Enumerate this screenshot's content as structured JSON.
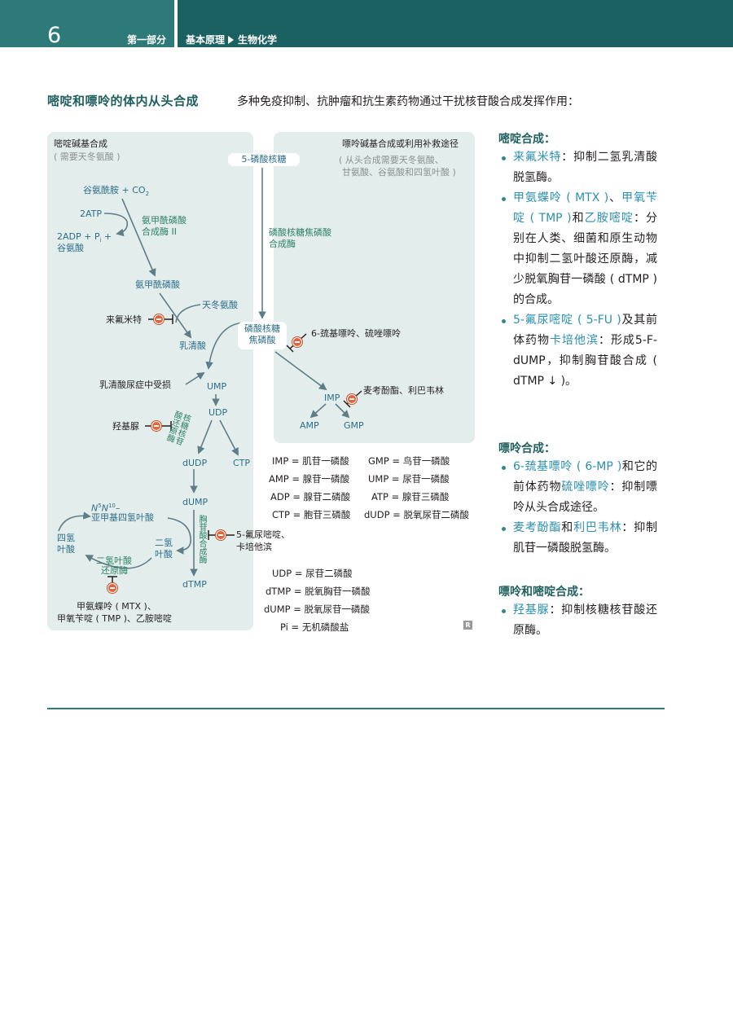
{
  "header": {
    "page_number": "6",
    "part": "第一部分",
    "crumb1": "基本原理",
    "crumb2": "生物化学"
  },
  "section": {
    "title": "嘧啶和嘌呤的体内从头合成",
    "description": "多种免疫抑制、抗肿瘤和抗生素药物通过干扰核苷酸合成发挥作用："
  },
  "pyrimidine_panel": {
    "title": "嘧啶碱基合成",
    "subtitle": "( 需要天冬氨酸 )",
    "gln_co2": "谷氨酰胺 + CO",
    "gln_co2_sub": "2",
    "atp2": "2ATP",
    "adp_pi_1": "2ADP + P",
    "adp_pi_sub": "i",
    "adp_pi_2": " +",
    "glu": "谷氨酸",
    "cps2_1": "氨甲酰磷酸",
    "cps2_2": "合成酶 II",
    "carbamoyl_phosphate": "氨甲酰磷酸",
    "aspartate": "天冬氨酸",
    "leflunomide": "来氟米特",
    "orotate": "乳清酸",
    "orotic_aciduria": "乳清酸尿症中受损",
    "ump": "UMP",
    "udp": "UDP",
    "hydroxyurea": "羟基脲",
    "rnr": "核糖核苷酸还原酶",
    "dudp": "dUDP",
    "ctp": "CTP",
    "dump": "dUMP",
    "ts": "胸苷酸合成酶",
    "n5n10_a": "N",
    "n5n10_sup1": "5",
    "n5n10_b": "N",
    "n5n10_sup2": "10",
    "n5n10_c": "–",
    "mthf": "亚甲基四氢叶酸",
    "thf_1": "四氢",
    "thf_2": "叶酸",
    "dhf_1": "二氢",
    "dhf_2": "叶酸",
    "dhfr_1": "二氢叶酸",
    "dhfr_2": "还原酶",
    "fu_1": "5-氟尿嘧啶、",
    "fu_2": "卡培他滨",
    "dtmp": "dTMP",
    "mtx_1": "甲氨蝶呤 ( MTX )、",
    "mtx_2": "甲氧苄啶 ( TMP )、乙胺嘧啶"
  },
  "purine_panel": {
    "title": "嘌呤碱基合成或利用补救途径",
    "subtitle_1": "( 从头合成需要天冬氨酸、",
    "subtitle_2": "甘氨酸、谷氨酸和四氢叶酸 )",
    "r5p": "5-磷酸核糖",
    "prpp_synthetase_1": "磷酸核糖焦磷酸",
    "prpp_synthetase_2": "合成酶",
    "prpp_1": "磷酸核糖",
    "prpp_2": "焦磷酸",
    "mp6": "6-巯基嘌呤、硫唑嘌呤",
    "imp": "IMP",
    "mpa": "麦考酚酯、利巴韦林",
    "amp": "AMP",
    "gmp": "GMP"
  },
  "legend": {
    "imp": "IMP = 肌苷一磷酸",
    "gmp": "GMP = 鸟苷一磷酸",
    "amp": "AMP = 腺苷一磷酸",
    "ump": "UMP = 尿苷一磷酸",
    "adp": "ADP = 腺苷二磷酸",
    "atp": "ATP = 腺苷三磷酸",
    "ctp": "CTP = 胞苷三磷酸",
    "dudp": "dUDP = 脱氧尿苷二磷酸",
    "udp": "UDP = 尿苷二磷酸",
    "dtmp": "dTMP = 脱氧胸苷一磷酸",
    "dump": "dUMP = 脱氧尿苷一磷酸",
    "pi": "Pi = 无机磷酸盐",
    "mark": "R"
  },
  "sidebar": {
    "pyr_heading": "嘧啶合成：",
    "pyr_1_hl": "来氟米特",
    "pyr_1_text": "：抑制二氢乳清酸脱氢酶。",
    "pyr_2_hl1": "甲氨蝶呤 ( MTX )",
    "pyr_2_sep1": "、",
    "pyr_2_hl2": "甲氧苄啶 ( TMP )",
    "pyr_2_sep2": "和",
    "pyr_2_hl3": "乙胺嘧啶",
    "pyr_2_text": "：分别在人类、细菌和原生动物中抑制二氢叶酸还原酶，减少脱氧胸苷一磷酸 ( dTMP ) 的合成。",
    "pyr_3_hl1": "5-氟尿嘧啶 ( 5-FU )",
    "pyr_3_sep1": "及其前体药物",
    "pyr_3_hl2": "卡培他滨",
    "pyr_3_text": "：形成5-F-dUMP，抑制胸苷酸合成 ( dTMP ↓ )。",
    "pur_heading": "嘌呤合成：",
    "pur_1_hl1": "6-巯基嘌呤 ( 6-MP )",
    "pur_1_sep1": "和它的前体药物",
    "pur_1_hl2": "硫唑嘌呤",
    "pur_1_text": "：抑制嘌呤从头合成途径。",
    "pur_2_hl1": "麦考酚酯",
    "pur_2_sep1": "和",
    "pur_2_hl2": "利巴韦林",
    "pur_2_text": "：抑制肌苷一磷酸脱氢酶。",
    "both_heading": "嘌呤和嘧啶合成：",
    "both_1_hl": "羟基脲",
    "both_1_text": "：抑制核糖核苷酸还原酶。"
  },
  "colors": {
    "header_light": "#2e7a78",
    "header_dark": "#1c6162",
    "panel": "#e3eeec",
    "enzyme_green": "#2d8066",
    "metabolite_blue": "#2c6d88",
    "arrow": "#5f7d86",
    "inhibitor": "#e0653e",
    "highlight": "#2a8fb0"
  }
}
